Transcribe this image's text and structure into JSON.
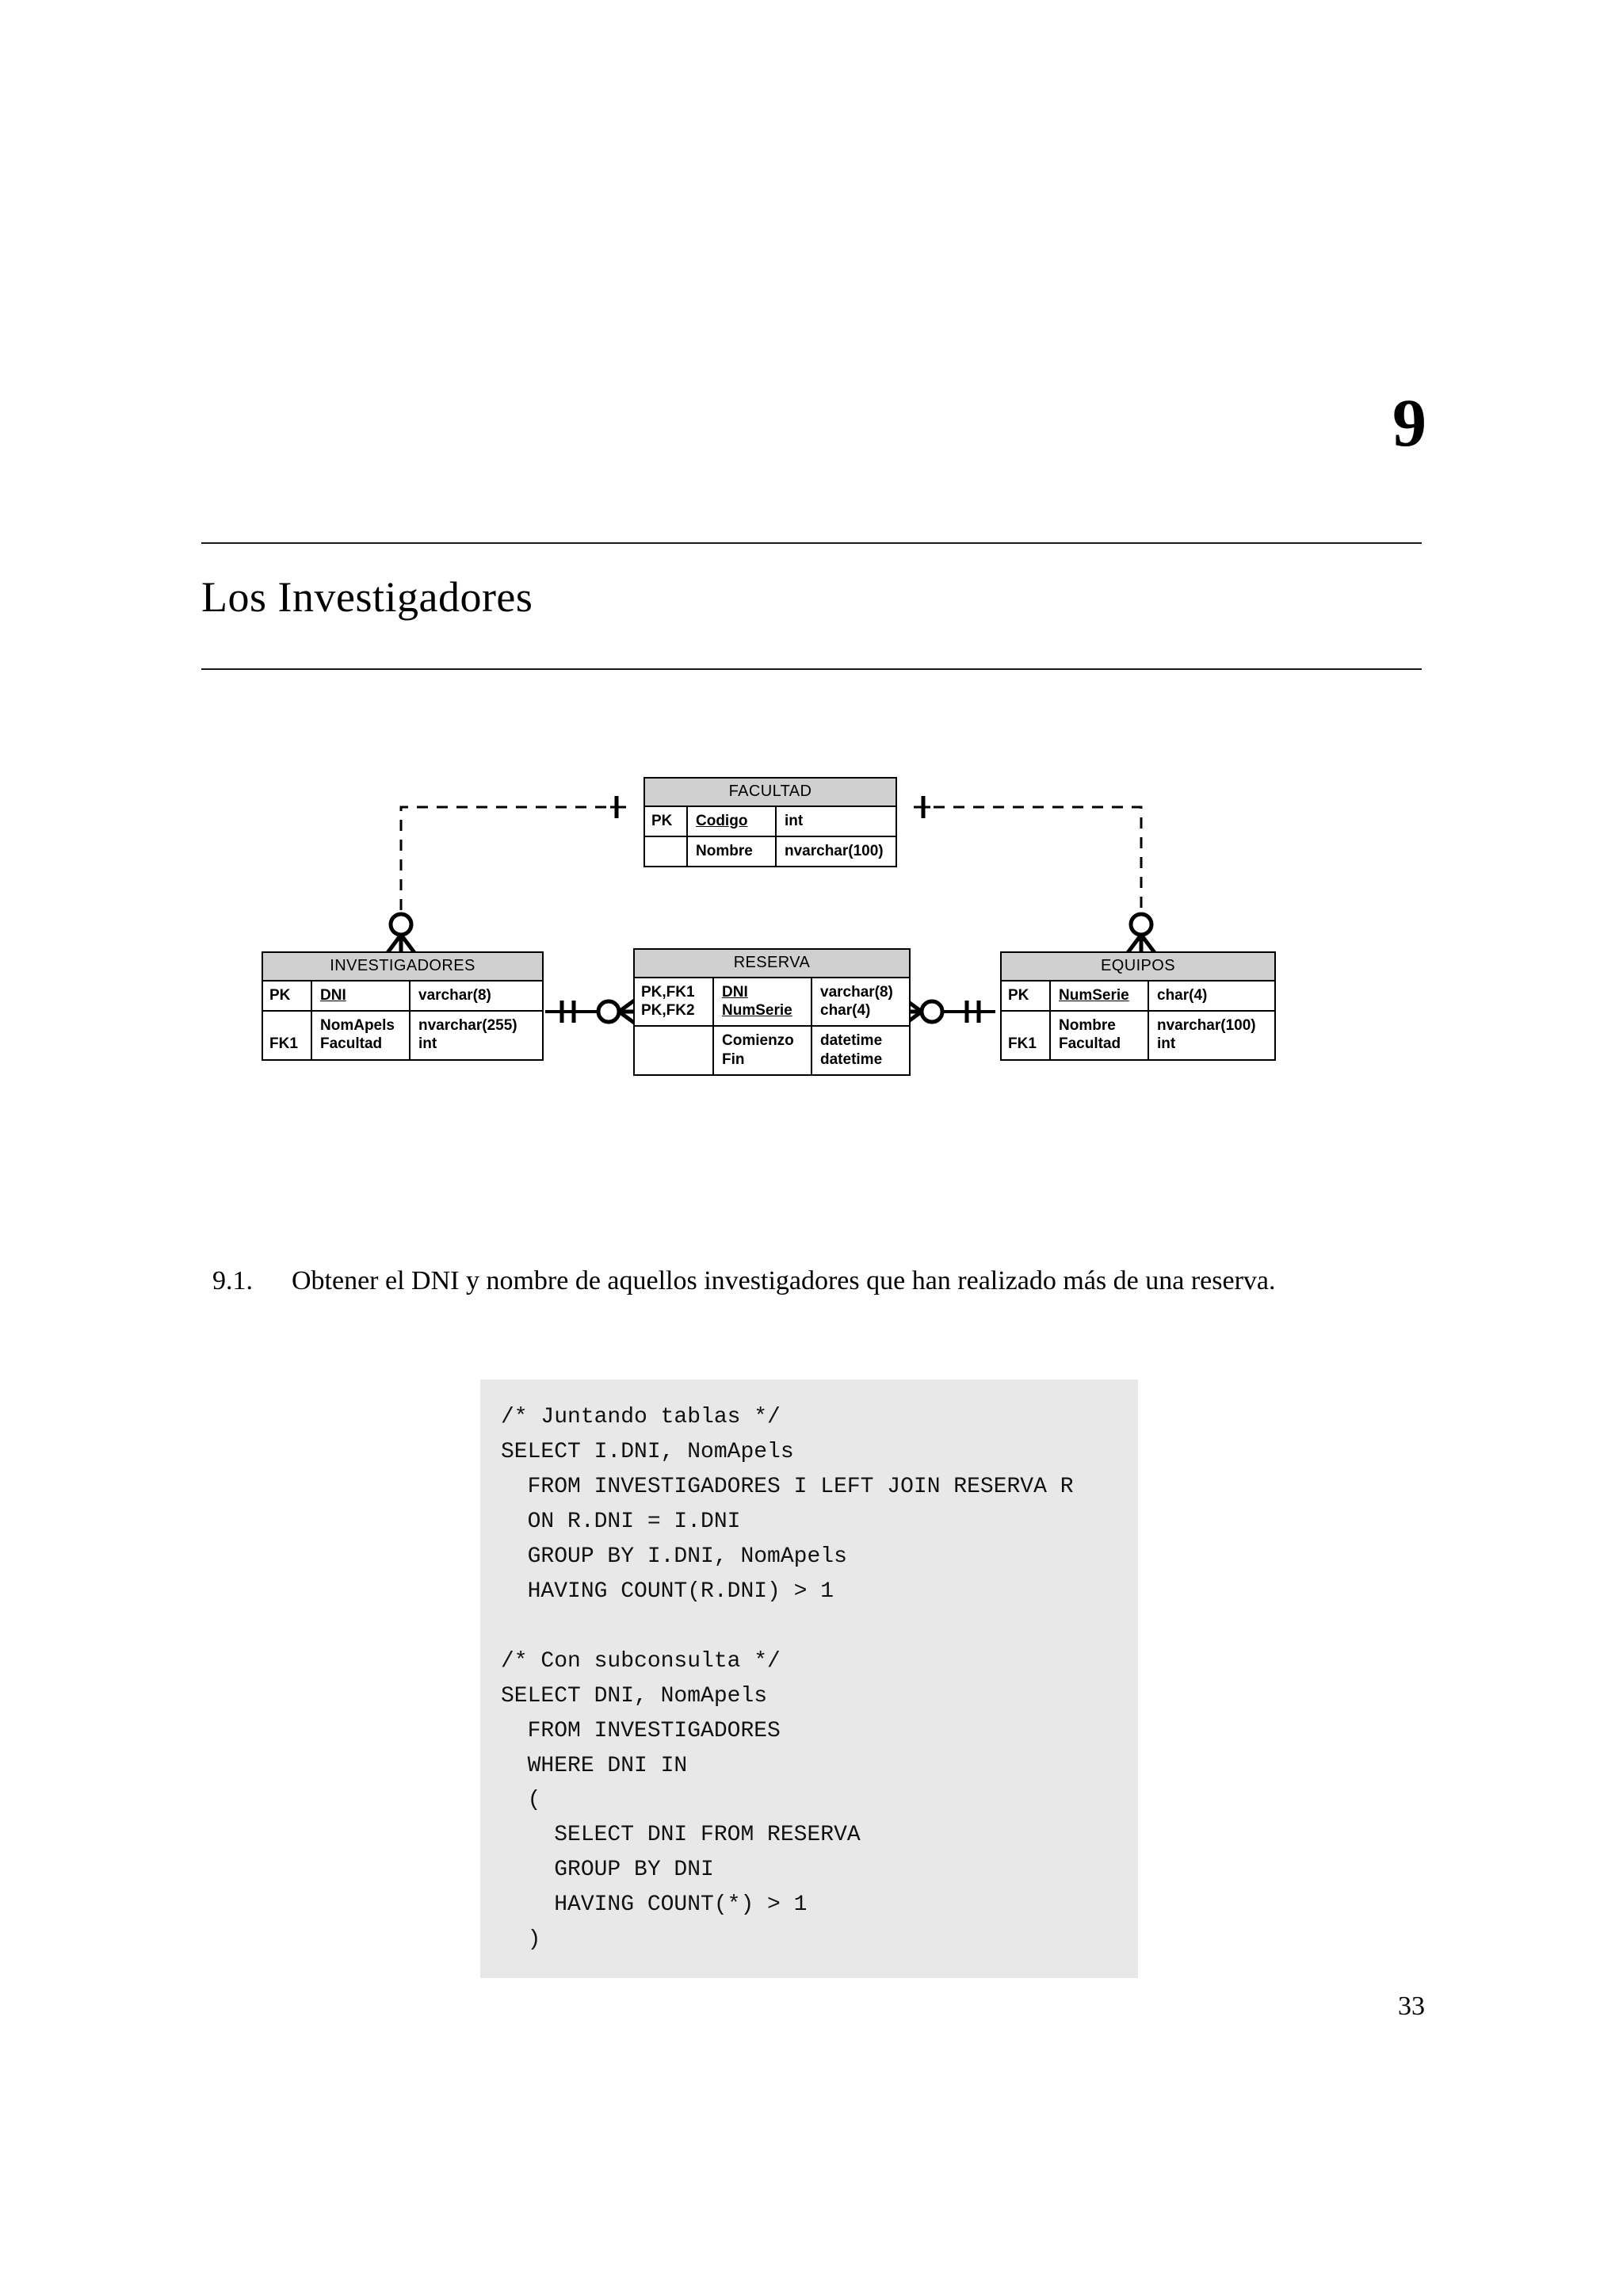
{
  "chapter": {
    "number": "9",
    "title": "Los Investigadores"
  },
  "diagram": {
    "entities": [
      {
        "id": "facultad",
        "title": "FACULTAD",
        "sections": [
          {
            "keys": [
              "PK"
            ],
            "names": [
              "Codigo"
            ],
            "types": [
              "int"
            ],
            "underlined": [
              true
            ]
          },
          {
            "keys": [
              ""
            ],
            "names": [
              "Nombre"
            ],
            "types": [
              "nvarchar(100)"
            ],
            "underlined": [
              false
            ]
          }
        ]
      },
      {
        "id": "investigadores",
        "title": "INVESTIGADORES",
        "sections": [
          {
            "keys": [
              "PK"
            ],
            "names": [
              "DNI"
            ],
            "types": [
              "varchar(8)"
            ],
            "underlined": [
              true
            ]
          },
          {
            "keys": [
              "",
              "FK1"
            ],
            "names": [
              "NomApels",
              "Facultad"
            ],
            "types": [
              "nvarchar(255)",
              "int"
            ],
            "underlined": [
              false,
              false
            ]
          }
        ]
      },
      {
        "id": "reserva",
        "title": "RESERVA",
        "sections": [
          {
            "keys": [
              "PK,FK1",
              "PK,FK2"
            ],
            "names": [
              "DNI",
              "NumSerie"
            ],
            "types": [
              "varchar(8)",
              "char(4)"
            ],
            "underlined": [
              true,
              true
            ]
          },
          {
            "keys": [
              ""
            ],
            "names": [
              "Comienzo",
              "Fin"
            ],
            "types": [
              "datetime",
              "datetime"
            ],
            "underlined": [
              false,
              false
            ]
          }
        ]
      },
      {
        "id": "equipos",
        "title": "EQUIPOS",
        "sections": [
          {
            "keys": [
              "PK"
            ],
            "names": [
              "NumSerie"
            ],
            "types": [
              "char(4)"
            ],
            "underlined": [
              true
            ]
          },
          {
            "keys": [
              "",
              "FK1"
            ],
            "names": [
              "Nombre",
              "Facultad"
            ],
            "types": [
              "nvarchar(100)",
              "int"
            ],
            "underlined": [
              false,
              false
            ]
          }
        ]
      }
    ],
    "relationships": [
      {
        "from": "FACULTAD",
        "to": "INVESTIGADORES",
        "style": "dashed",
        "from_cardinality": "one",
        "to_cardinality": "zero-or-many"
      },
      {
        "from": "FACULTAD",
        "to": "EQUIPOS",
        "style": "dashed",
        "from_cardinality": "one",
        "to_cardinality": "zero-or-many"
      },
      {
        "from": "INVESTIGADORES",
        "to": "RESERVA",
        "style": "solid",
        "from_cardinality": "one",
        "to_cardinality": "zero-or-many"
      },
      {
        "from": "EQUIPOS",
        "to": "RESERVA",
        "style": "solid",
        "from_cardinality": "one",
        "to_cardinality": "zero-or-many"
      }
    ]
  },
  "exercise": {
    "number": "9.1.",
    "text": "Obtener el DNI y nombre de aquellos investigadores que han realizado más de una reserva."
  },
  "code": "/* Juntando tablas */\nSELECT I.DNI, NomApels\n  FROM INVESTIGADORES I LEFT JOIN RESERVA R\n  ON R.DNI = I.DNI\n  GROUP BY I.DNI, NomApels\n  HAVING COUNT(R.DNI) > 1\n\n/* Con subconsulta */\nSELECT DNI, NomApels\n  FROM INVESTIGADORES\n  WHERE DNI IN\n  (\n    SELECT DNI FROM RESERVA\n    GROUP BY DNI\n    HAVING COUNT(*) > 1\n  )",
  "page_number": "33",
  "colors": {
    "entity_header_fill": "#d0d0d0",
    "code_background": "#e8e8e8",
    "line": "#000000"
  }
}
